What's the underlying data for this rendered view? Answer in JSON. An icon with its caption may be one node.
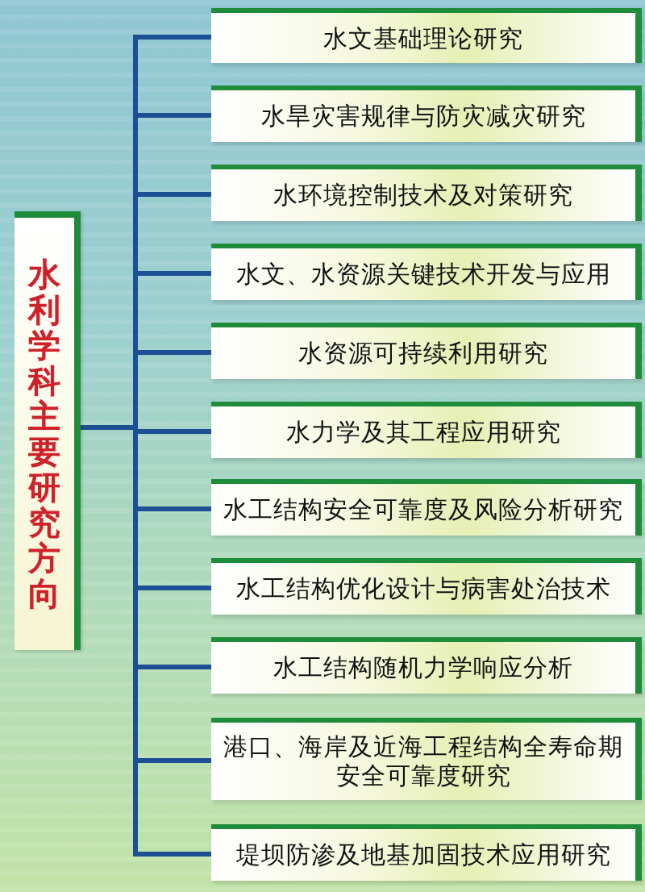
{
  "diagram": {
    "nodes": [
      {
        "text": [
          "水利学科主要研究方向"
        ]
      },
      {
        "text": [
          "水文基础理论研究"
        ]
      },
      {
        "text": [
          "水旱灾害规律与防灾减灾研究"
        ]
      },
      {
        "text": [
          "水环境控制技术及对策研究"
        ]
      },
      {
        "text": [
          "水文、水资源关键技术开发与应用"
        ]
      },
      {
        "text": [
          "水资源可持续利用研究"
        ]
      },
      {
        "text": [
          "水力学及其工程应用研究"
        ]
      },
      {
        "text": [
          "水工结构安全可靠度及风险分析研究"
        ]
      },
      {
        "text": [
          "水工结构优化设计与病害处治技术"
        ]
      },
      {
        "text": [
          "水工结构随机力学响应分析"
        ]
      },
      {
        "text": [
          "港口、海岸及近海工程结构全寿命期安全可靠度研究"
        ]
      },
      {
        "text": [
          "堤坝防渗及地基加固技术应用研究"
        ]
      }
    ],
    "edges": [
      {
        "from": 0,
        "to": 1,
        "arrow": "none"
      },
      {
        "from": 0,
        "to": 2,
        "arrow": "none"
      },
      {
        "from": 0,
        "to": 3,
        "arrow": "none"
      },
      {
        "from": 0,
        "to": 4,
        "arrow": "none"
      },
      {
        "from": 0,
        "to": 5,
        "arrow": "none"
      },
      {
        "from": 0,
        "to": 6,
        "arrow": "none"
      },
      {
        "from": 0,
        "to": 7,
        "arrow": "none"
      },
      {
        "from": 0,
        "to": 8,
        "arrow": "none"
      },
      {
        "from": 0,
        "to": 9,
        "arrow": "none"
      },
      {
        "from": 0,
        "to": 10,
        "arrow": "none"
      },
      {
        "from": 0,
        "to": 11,
        "arrow": "none"
      }
    ]
  }
}
